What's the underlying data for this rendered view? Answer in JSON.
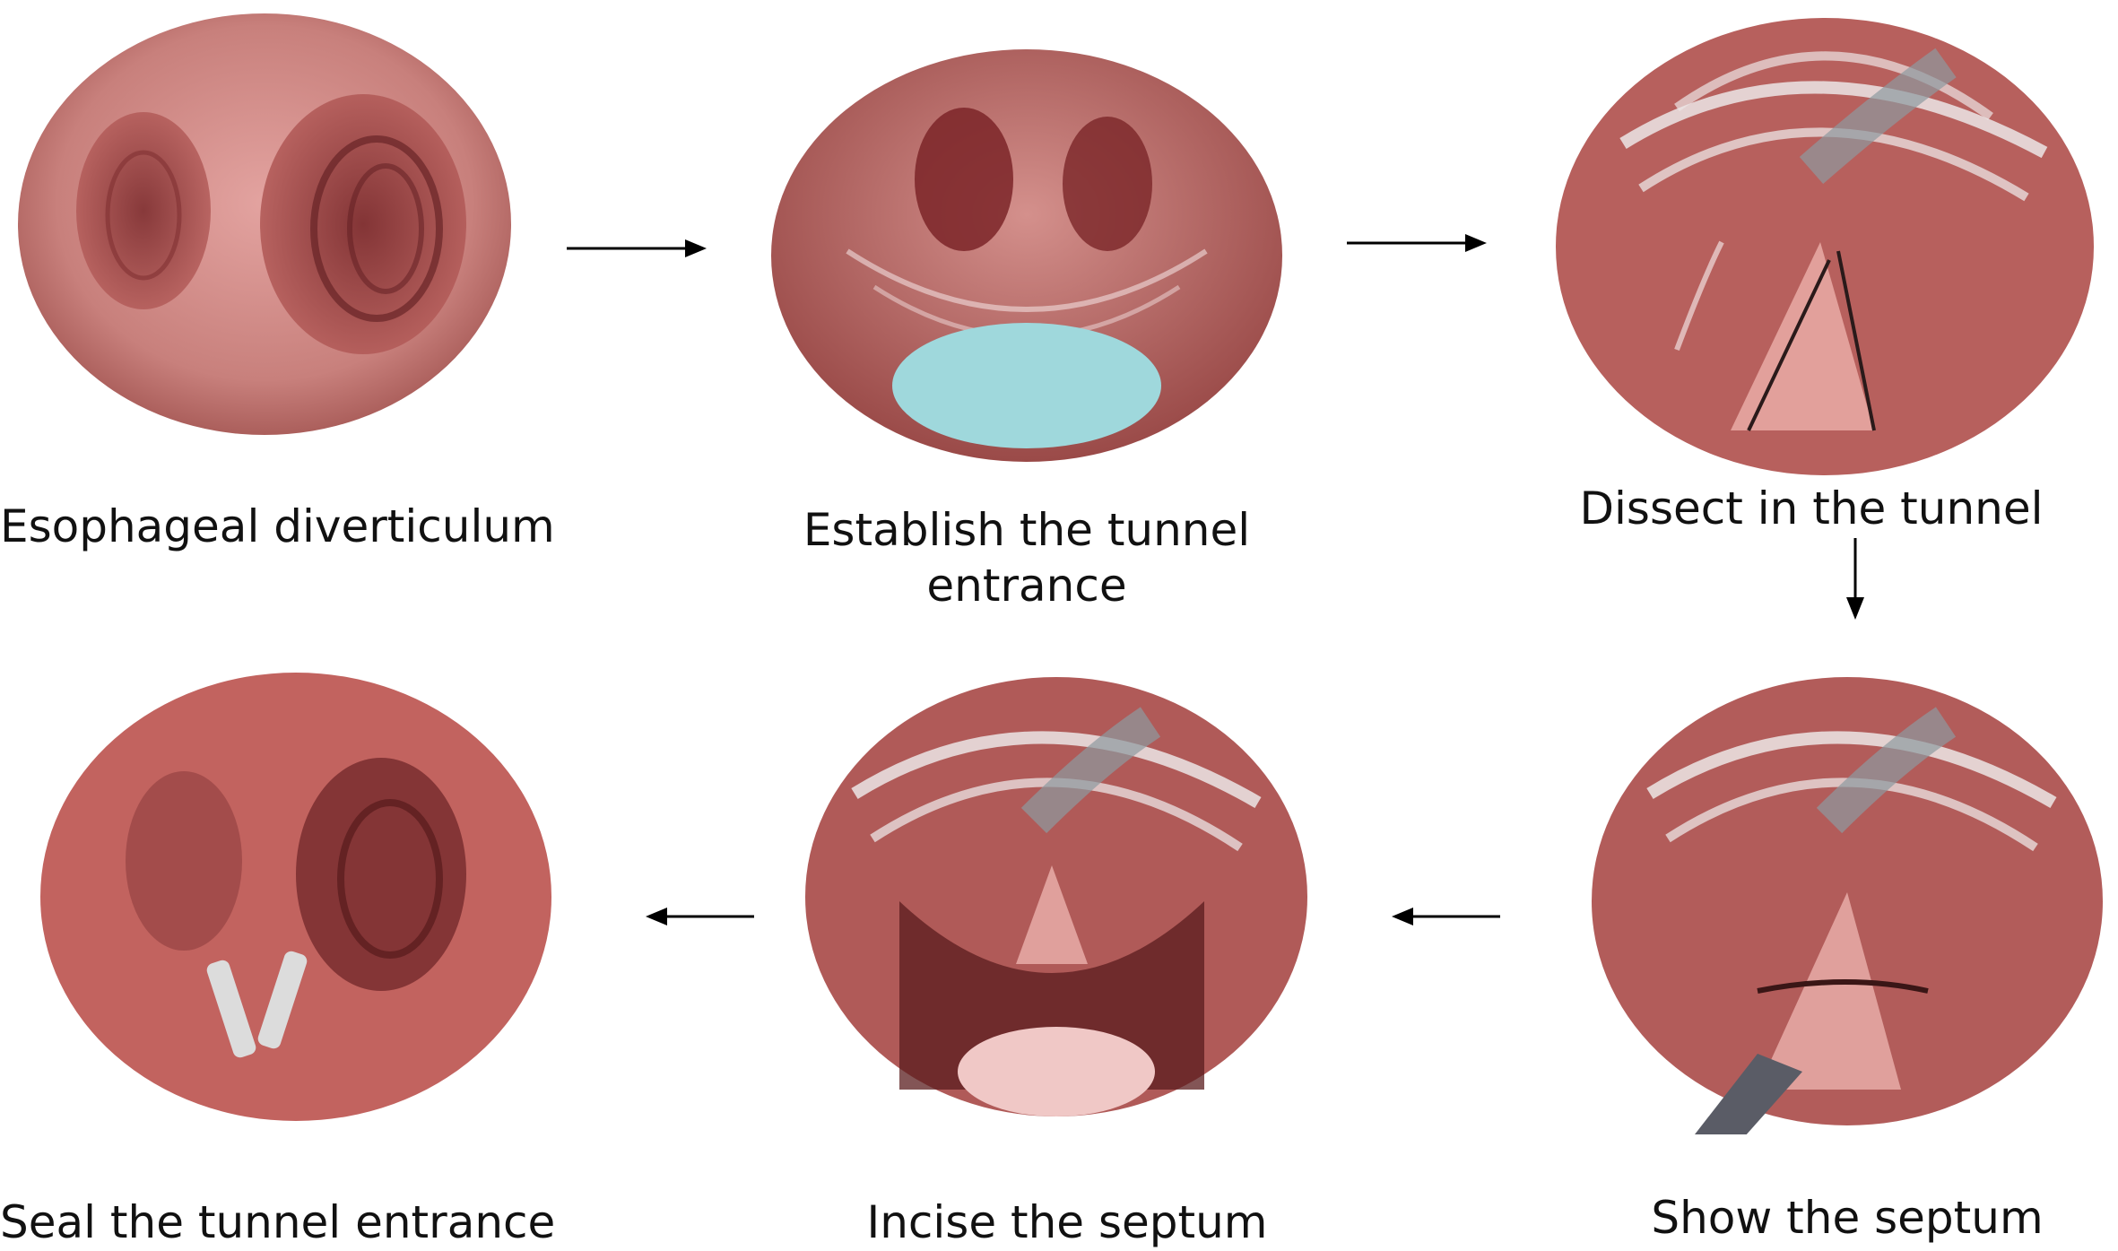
{
  "steps": [
    {
      "caption_lines": [
        "Esophageal diverticulum"
      ]
    },
    {
      "caption_lines": [
        "Establish the tunnel",
        "entrance"
      ]
    },
    {
      "caption_lines": [
        "Dissect in the tunnel"
      ]
    },
    {
      "caption_lines": [
        "Show the septum"
      ]
    },
    {
      "caption_lines": [
        "Incise the septum"
      ]
    },
    {
      "caption_lines": [
        "Seal the tunnel entrance"
      ]
    }
  ],
  "colors": {
    "mucosa": "#c9726f",
    "mucosa_dark": "#8e3b3c",
    "lumen": "#6e1f22",
    "injection": "#9fd8dc",
    "muscle_fibers": "#e9e4e4",
    "instrument": "#5a5c66",
    "arrow": "#000000"
  }
}
